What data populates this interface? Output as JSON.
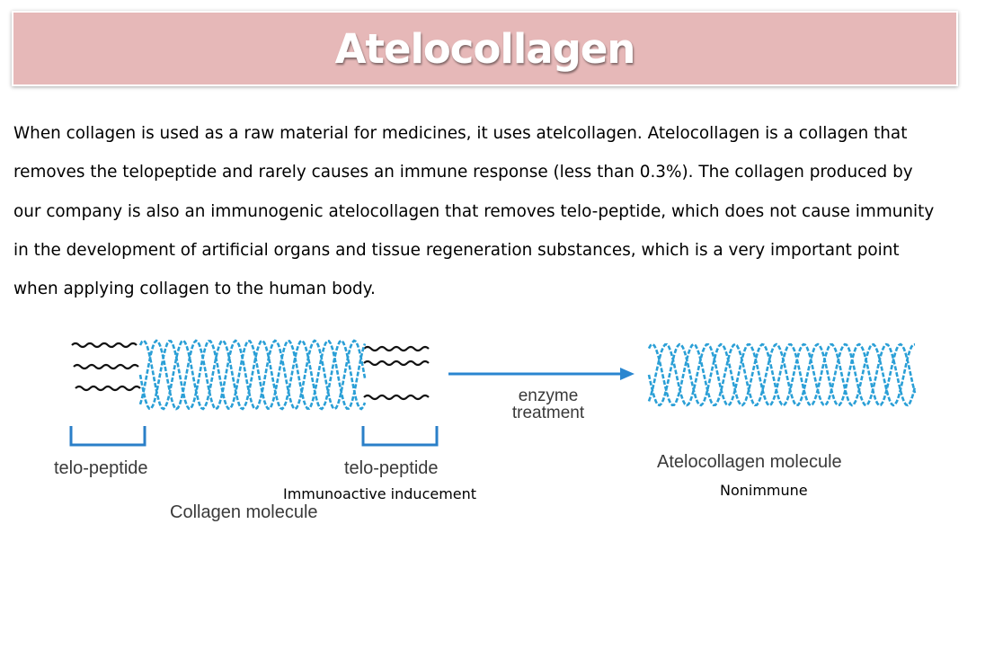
{
  "title": "Atelocollagen",
  "paragraph_lines": [
    "When collagen is used as a raw material for medicines, it uses atelcollagen. Atelocollagen is a collagen that",
    "removes the telopeptide and rarely causes an immune response (less than 0.3%). The collagen produced by",
    "our company is also an immunogenic atelocollagen that removes telo-peptide, which does not cause immunity",
    "in the development of artificial organs and tissue regeneration substances, which is a very important point",
    "when applying collagen to the human body."
  ],
  "diagram": {
    "left_telopeptide_label": "telo-peptide",
    "right_telopeptide_label": "telo-peptide",
    "immunoactive_label": "Immunoactive inducement",
    "collagen_label": "Collagen molecule",
    "enzyme_label_line1": "enzyme",
    "enzyme_label_line2": "treatment",
    "atelocollagen_label": "Atelocollagen molecule",
    "nonimmune_label": "Nonimmune",
    "helix_color": "#2a9fd6",
    "arrow_color": "#2a86d0",
    "bracket_color": "#2a7fc8"
  }
}
